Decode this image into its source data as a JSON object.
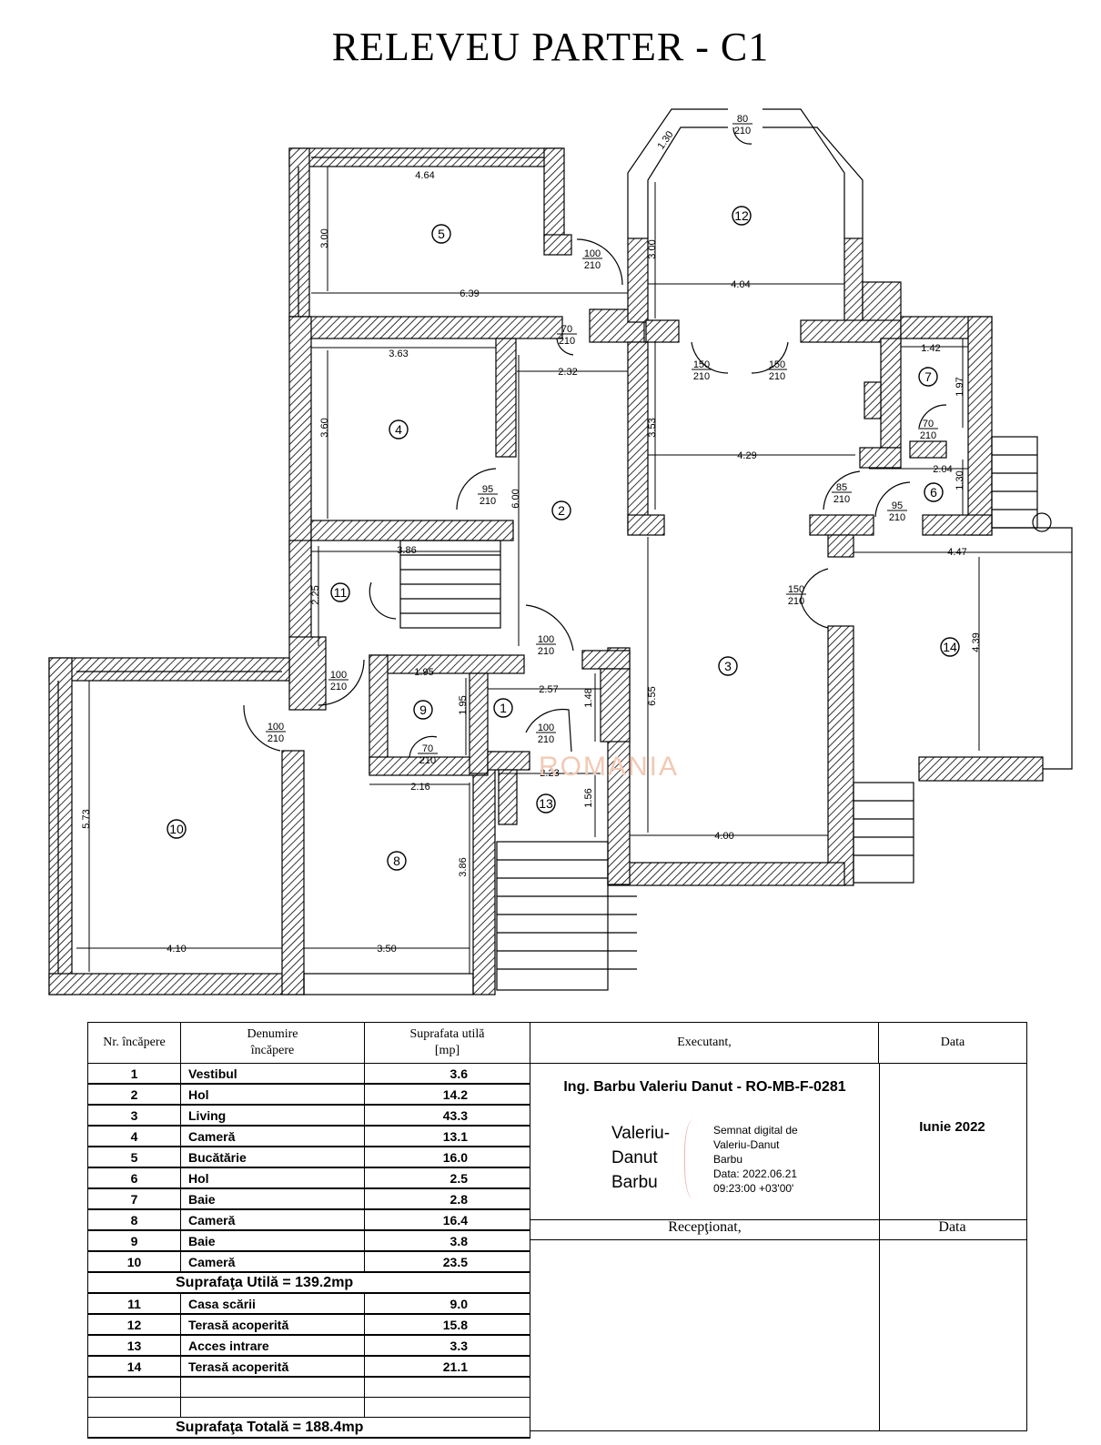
{
  "title": "RELEVEU PARTER - C1",
  "watermark": "ROMANIA",
  "rooms": [
    {
      "n": "1"
    },
    {
      "n": "2"
    },
    {
      "n": "3"
    },
    {
      "n": "4"
    },
    {
      "n": "5"
    },
    {
      "n": "6"
    },
    {
      "n": "7"
    },
    {
      "n": "8"
    },
    {
      "n": "9"
    },
    {
      "n": "10"
    },
    {
      "n": "11"
    },
    {
      "n": "12"
    },
    {
      "n": "13"
    },
    {
      "n": "14"
    }
  ],
  "dimensions": [
    "4.64",
    "3.00",
    "6.39",
    "3.63",
    "3.60",
    "2.32",
    "6.00",
    "3.86",
    "2.25",
    "1.95",
    "1.95",
    "2.16",
    "2.57",
    "1.48",
    "2.23",
    "1.56",
    "3.86",
    "3.50",
    "4.10",
    "5.73",
    "3.00",
    "4.04",
    "3.53",
    "4.29",
    "1.42",
    "1.97",
    "2.04",
    "1.30",
    "4.47",
    "4.39",
    "6.55",
    "4.00",
    "1.30"
  ],
  "doors": [
    {
      "w": "80",
      "h": "210"
    },
    {
      "w": "100",
      "h": "210"
    },
    {
      "w": "70",
      "h": "210"
    },
    {
      "w": "150",
      "h": "210"
    },
    {
      "w": "150",
      "h": "210"
    },
    {
      "w": "70",
      "h": "210"
    },
    {
      "w": "85",
      "h": "210"
    },
    {
      "w": "95",
      "h": "210"
    },
    {
      "w": "95",
      "h": "210"
    },
    {
      "w": "150",
      "h": "210"
    },
    {
      "w": "100",
      "h": "210"
    },
    {
      "w": "100",
      "h": "210"
    },
    {
      "w": "100",
      "h": "210"
    },
    {
      "w": "100",
      "h": "210"
    },
    {
      "w": "70",
      "h": "210"
    }
  ],
  "legend": {
    "headers": {
      "nr": "Nr. încăpere",
      "name1": "Denumire",
      "name2": "încăpere",
      "area1": "Suprafata utilă",
      "area2": "[mp]",
      "executant": "Executant,",
      "data": "Data",
      "receptionat": "Recepţionat,",
      "data2": "Data"
    },
    "rows": [
      {
        "nr": "1",
        "name": "Vestibul",
        "area": "3.6"
      },
      {
        "nr": "2",
        "name": "Hol",
        "area": "14.2"
      },
      {
        "nr": "3",
        "name": "Living",
        "area": "43.3"
      },
      {
        "nr": "4",
        "name": "Cameră",
        "area": "13.1"
      },
      {
        "nr": "5",
        "name": "Bucătărie",
        "area": "16.0"
      },
      {
        "nr": "6",
        "name": "Hol",
        "area": "2.5"
      },
      {
        "nr": "7",
        "name": "Baie",
        "area": "2.8"
      },
      {
        "nr": "8",
        "name": "Cameră",
        "area": "16.4"
      },
      {
        "nr": "9",
        "name": "Baie",
        "area": "3.8"
      },
      {
        "nr": "10",
        "name": "Cameră",
        "area": "23.5"
      }
    ],
    "util_total": "Suprafaţa Utilă = 139.2mp",
    "rows2": [
      {
        "nr": "11",
        "name": "Casa scării",
        "area": "9.0"
      },
      {
        "nr": "12",
        "name": "Terasă acoperită",
        "area": "15.8"
      },
      {
        "nr": "13",
        "name": "Acces intrare",
        "area": "3.3"
      },
      {
        "nr": "14",
        "name": "Terasă acoperită",
        "area": "21.1"
      }
    ],
    "total": "Suprafaţa Totală = 188.4mp",
    "engineer": "Ing. Barbu Valeriu Danut - RO-MB-F-0281",
    "date_value": "Iunie 2022",
    "signature_name": [
      "Valeriu-",
      "Danut",
      "Barbu"
    ],
    "signature_info": [
      "Semnat digital de",
      "Valeriu-Danut",
      "Barbu",
      "Data: 2022.06.21",
      "09:23:00 +03'00'"
    ]
  }
}
